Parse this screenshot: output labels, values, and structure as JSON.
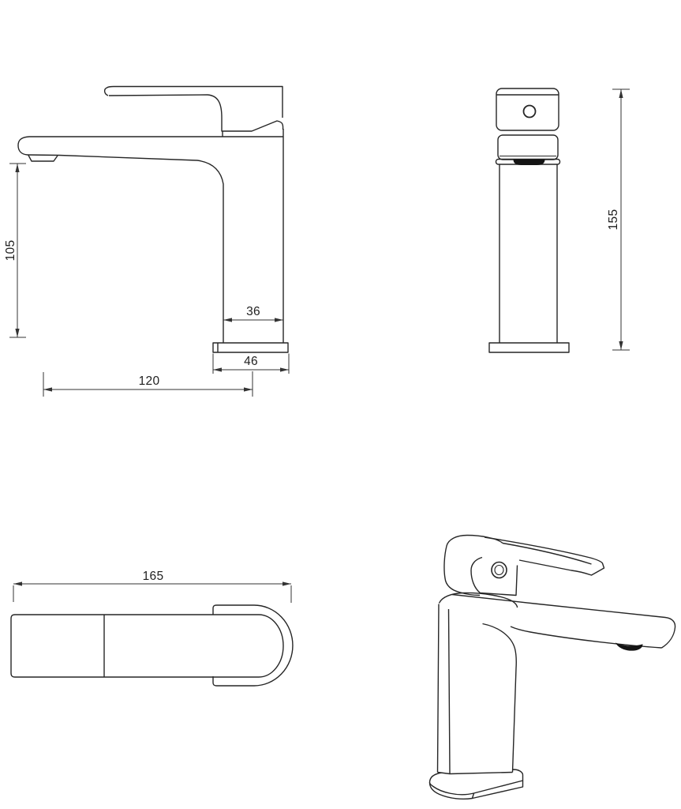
{
  "drawing": {
    "background": "#ffffff",
    "line_color": "#262626",
    "text_color": "#1f1f1f",
    "aerator_fill": "#141414",
    "views": {
      "side": {
        "dims": {
          "spout_height": "105",
          "body_width": "36",
          "base_width": "46",
          "spout_reach": "120"
        }
      },
      "front": {
        "dims": {
          "overall_height": "155"
        }
      },
      "top": {
        "dims": {
          "overall_length": "165"
        }
      },
      "perspective": {}
    }
  }
}
